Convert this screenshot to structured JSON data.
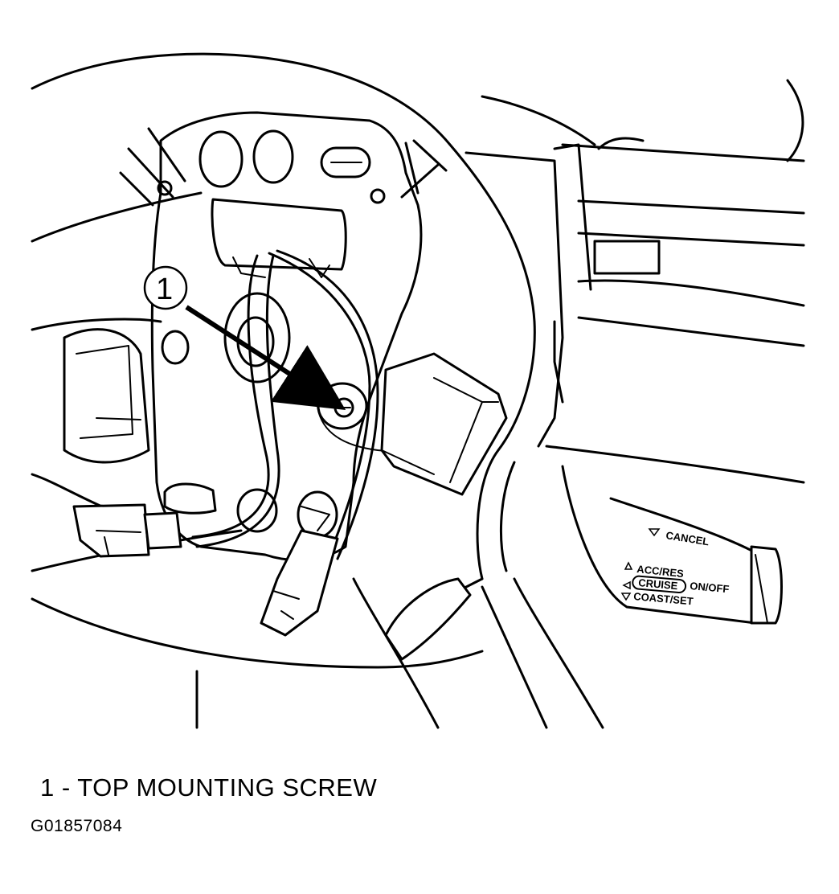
{
  "figure": {
    "callout_number": "1",
    "caption": "1 - TOP MOUNTING SCREW",
    "figure_id": "G01857084"
  },
  "stalk": {
    "cancel_label": "CANCEL",
    "acc_res_label": "ACC/RES",
    "cruise_label": "CRUISE",
    "on_off_label": "ON/OFF",
    "coast_set_label": "COAST/SET"
  }
}
